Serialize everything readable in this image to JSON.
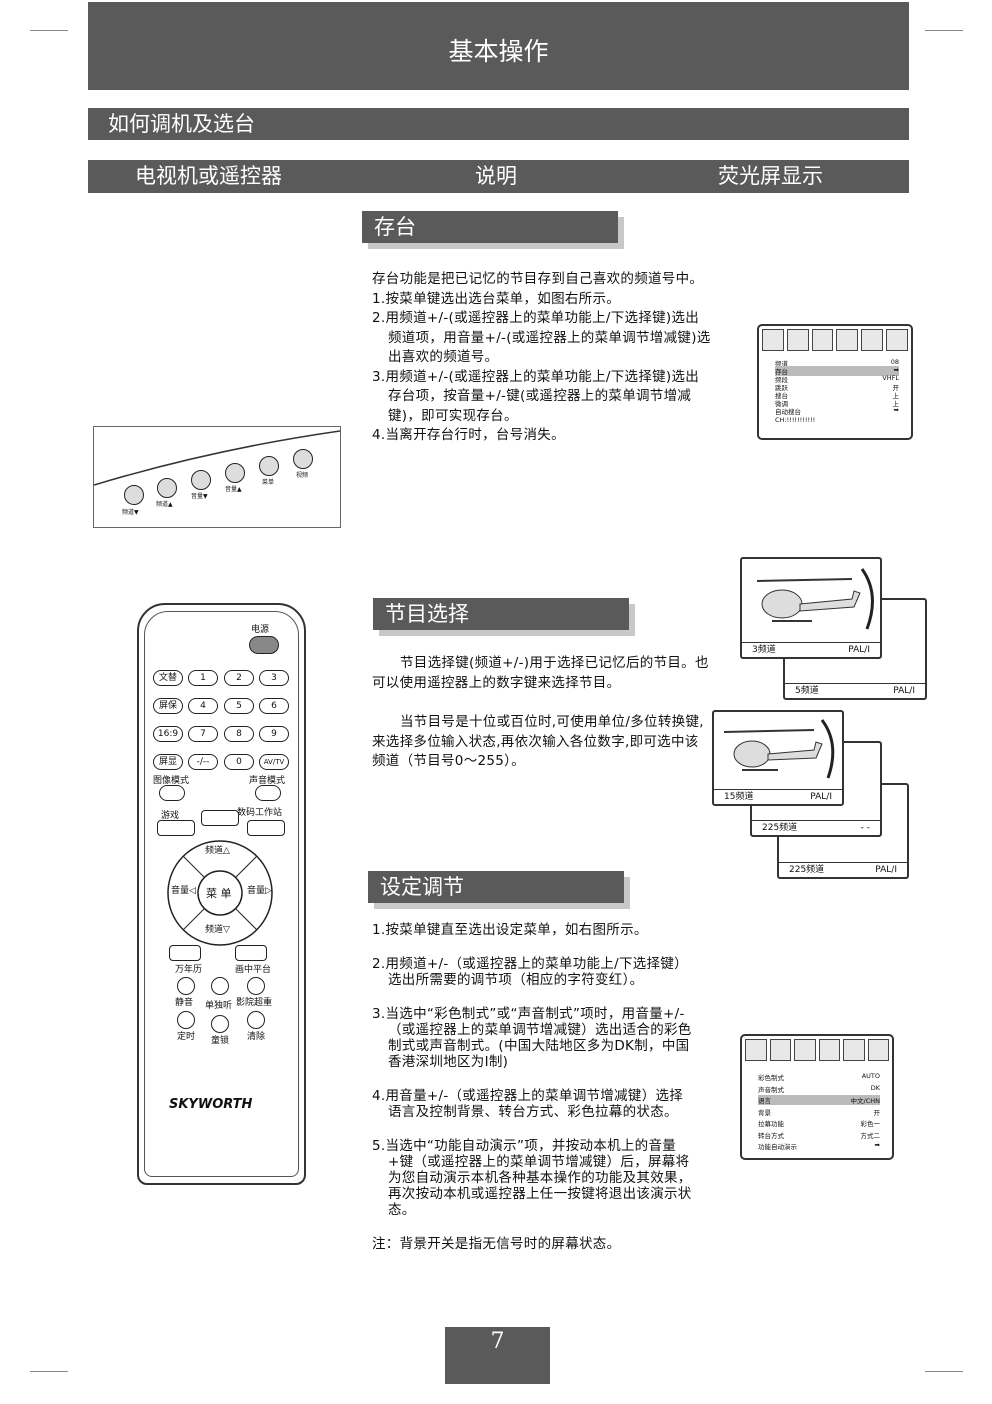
{
  "header": {
    "title": "基本操作",
    "subtitle": "如何调机及选台"
  },
  "columns": [
    "电视机或遥控器",
    "说明",
    "荧光屏显示"
  ],
  "section1": {
    "title": "存台",
    "para": "存台功能是把已记忆的节目存到自己喜欢的频道号中。",
    "steps": [
      "1.按菜单键选出选台菜单，如图右所示。",
      "2.用频道+/-(或遥控器上的菜单功能上/下选择键)选出频道项，用音量+/-(或遥控器上的菜单调节增减键)选出喜欢的频道号。",
      "3.用频道+/-(或遥控器上的菜单功能上/下选择键)选出存台项，按音量+/-键(或遥控器上的菜单调节增减键)，即可实现存台。",
      "4.当离开存台行时，台号消失。"
    ]
  },
  "panel": {
    "buttons": [
      "频道▼",
      "频道▲",
      "音量▼",
      "音量▲",
      "菜单",
      "视频"
    ]
  },
  "osd1": {
    "rows": [
      {
        "label": "频道",
        "value": "08"
      },
      {
        "label": "存台",
        "value": "➡"
      },
      {
        "label": "频段",
        "value": "VHFL"
      },
      {
        "label": "跳跃",
        "value": "开"
      },
      {
        "label": "搜台",
        "value": "上"
      },
      {
        "label": "微调",
        "value": "上"
      },
      {
        "label": "自动搜台",
        "value": "➡"
      }
    ],
    "footer": "CH:!!!!!!!!!!!"
  },
  "section2": {
    "title": "节目选择",
    "p1": "节目选择键(频道+/-)用于选择已记忆后的节目。也可以使用遥控器上的数字键来选择节目。",
    "p2": "当节目号是十位或百位时,可使用单位/多位转换键,来选择多位输入状态,再依次输入各位数字,即可选中该频道（节目号0～255）。"
  },
  "screens_a": [
    {
      "ch": "3频道",
      "sys": "PAL/I"
    },
    {
      "ch": "5频道",
      "sys": "PAL/I"
    }
  ],
  "screens_b": [
    {
      "ch": "15频道",
      "sys": "PAL/I"
    },
    {
      "ch": "225频道",
      "sys": "- -"
    },
    {
      "ch": "225频道",
      "sys": "PAL/I"
    }
  ],
  "section3": {
    "title": "设定调节",
    "steps": [
      "1.按菜单键直至选出设定菜单，如右图所示。",
      "2.用频道+/-（或遥控器上的菜单功能上/下选择键）选出所需要的调节项（相应的字符变红）。",
      "3.当选中“彩色制式”或“声音制式”项时，用音量+/-（或遥控器上的菜单调节增减键）选出适合的彩色制式或声音制式。(中国大陆地区多为DK制，中国香港深圳地区为I制)",
      "4.用音量+/-（或遥控器上的菜单调节增减键）选择语言及控制背景、转台方式、彩色拉幕的状态。",
      "5.当选中“功能自动演示”项，并按动本机上的音量+键（或遥控器上的菜单调节增减键）后，屏幕将为您自动演示本机各种基本操作的功能及其效果，再次按动本机或遥控器上任一按键将退出该演示状态。"
    ],
    "note": "注：背景开关是指无信号时的屏幕状态。"
  },
  "osd2": {
    "rows": [
      {
        "label": "彩色制式",
        "value": "AUTO"
      },
      {
        "label": "声音制式",
        "value": "DK"
      },
      {
        "label": "语言",
        "value": "中文/CHN"
      },
      {
        "label": "背景",
        "value": "开"
      },
      {
        "label": "拉幕功能",
        "value": "彩色一"
      },
      {
        "label": "转台方式",
        "value": "方式二"
      },
      {
        "label": "功能自动演示",
        "value": "➡"
      }
    ]
  },
  "remote": {
    "power": "电源",
    "row1": [
      "文替",
      "1",
      "2",
      "3"
    ],
    "row2": [
      "屏保",
      "4",
      "5",
      "6"
    ],
    "row3": [
      "16:9",
      "7",
      "8",
      "9"
    ],
    "row4": [
      "屏显",
      "-/--",
      "0",
      "AV/TV"
    ],
    "image_mode": "图像模式",
    "sound_mode": "声音模式",
    "game": "游戏",
    "digital": "数码工作站",
    "ch_up": "频道△",
    "ch_down": "频道▽",
    "vol_left": "音量◁",
    "vol_right": "音量▷",
    "menu": "菜 单",
    "calendar": "万年历",
    "dual": "画中平台",
    "mute": "静音",
    "mono": "单独听",
    "cinema": "影院超重",
    "timer": "定时",
    "lock": "童锁",
    "clear": "清除",
    "brand": "SKYWORTH"
  },
  "page": {
    "number": "7"
  }
}
